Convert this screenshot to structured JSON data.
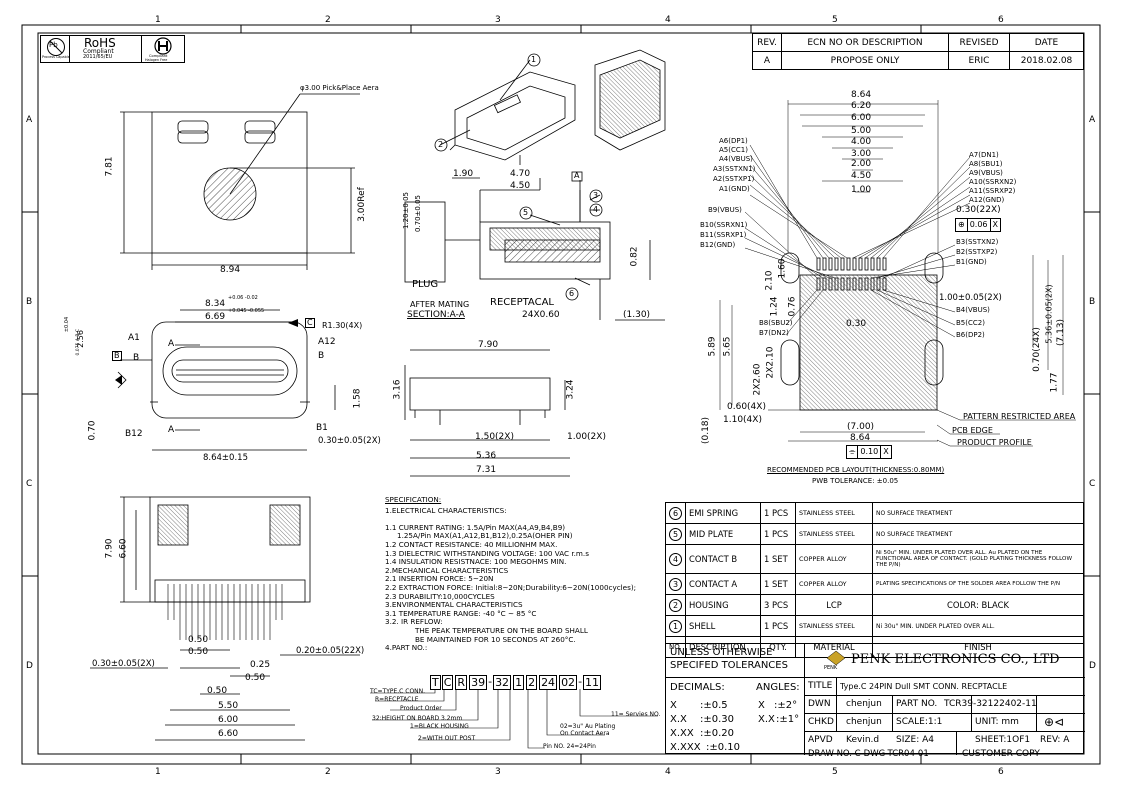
{
  "grid": {
    "cols": [
      "1",
      "2",
      "3",
      "4",
      "5",
      "6"
    ],
    "rows": [
      "A",
      "B",
      "C",
      "D"
    ]
  },
  "logos": {
    "pb_text": "Pb",
    "pb_caption": "Process Capable",
    "rohs_title": "RoHS",
    "rohs_line1": "Compliant",
    "rohs_line2": "2011/65/EU",
    "halogen_line1": "Compliant",
    "halogen_line2": "Halogen Free"
  },
  "revision": {
    "headers": [
      "REV.",
      "ECN NO OR DESCRIPTION",
      "REVISED",
      "DATE"
    ],
    "row": [
      "A",
      "PROPOSE ONLY",
      "ERIC",
      "2018.02.08"
    ]
  },
  "dims": {
    "pick_place": "φ3.00 Pick&Place Aera",
    "d781": "7.81",
    "d300ref": "3.00Ref",
    "d894": "8.94",
    "d834": "8.34",
    "d834_tol": "+0.06 -0.02",
    "d669": "6.69",
    "d669_tol": "+0.045 -0.055",
    "c_box": "C",
    "r130": "R1.30(4X)",
    "d256": "2.56",
    "d256_tol": "±0.04",
    "gdt_abc": "0.075 A B C",
    "a1": "A1",
    "a12": "A12",
    "b_left": "B",
    "b_right": "B",
    "b_box": "B",
    "a_sec": "A",
    "d158": "1.58",
    "d070": "0.70",
    "b12": "B12",
    "b1": "B1",
    "d030_2x": "0.30±0.05(2X)",
    "d864": "8.64±0.15",
    "d190": "1.90",
    "d470": "4.70",
    "d450": "4.50",
    "a_box": "A",
    "d120": "1.20±0.05",
    "d070b": "0.70±0.05",
    "d082": "0.82",
    "plug": "PLUG",
    "after_mating": "AFTER MATING",
    "section": "SECTION:A-A",
    "receptacal": "RECEPTACAL",
    "d24x060": "24X0.60",
    "d130p": "(1.30)",
    "d790": "7.90",
    "d316": "3.16",
    "d324": "3.24",
    "d150_2x": "1.50(2X)",
    "d100_2x": "1.00(2X)",
    "d536": "5.36",
    "d731": "7.31",
    "d790v": "7.90",
    "d660v": "6.60",
    "d050a": "0.50",
    "d050b": "0.50",
    "d025": "0.25",
    "d050c": "0.50",
    "d050d": "0.50",
    "d550": "5.50",
    "d600": "6.00",
    "d660": "6.60",
    "d030_2x_b": "0.30±0.05(2X)",
    "d020_22x": "0.20±0.05(22X)"
  },
  "pcb": {
    "top_dims": [
      "8.64",
      "6.20",
      "6.00",
      "5.00",
      "4.00",
      "3.00",
      "2.00",
      "4.50",
      "1.00"
    ],
    "left_pins": [
      "A6(DP1)",
      "A5(CC1)",
      "A4(VBUS)",
      "A3(SSTXN1)",
      "A2(SSTXP1)",
      "A1(GND)",
      "B9(VBUS)",
      "B10(SSRXN1)",
      "B11(SSRXP1)",
      "B12(GND)"
    ],
    "right_pins": [
      "A7(DN1)",
      "A8(SBU1)",
      "A9(VBUS)",
      "A10(SSRXN2)",
      "A11(SSRXP2)",
      "A12(GND)"
    ],
    "d030_22x": "0.30(22X)",
    "d006x": "0.06",
    "x_box": "X",
    "b_pins_right": [
      "B3(SSTXN2)",
      "B2(SSTXP2)",
      "B1(GND)"
    ],
    "d210": "2.10",
    "d160": "1.60",
    "d100_2x": "1.00±0.05(2X)",
    "b4": "B4(VBUS)",
    "b5": "B5(CC2)",
    "b6": "B6(DP2)",
    "d124": "1.24",
    "d076": "0.76",
    "b8": "B8(SBU2)",
    "b7": "B7(DN2)",
    "d030": "0.30",
    "d070_24x": "0.70(24X)",
    "d536_2x": "5.36±0.05(2X)",
    "d713": "(7.13)",
    "d589": "5.89",
    "d565": "5.65",
    "d2x260": "2X2.60",
    "d2x210": "2X2.10",
    "d177": "1.77",
    "d060_4x": "0.60(4X)",
    "d110_4x": "1.10(4X)",
    "d018": "(0.18)",
    "d700": "(7.00)",
    "d864b": "8.64",
    "d010x": "0.10",
    "x2": "X",
    "pattern": "PATTERN RESTRICTED AREA",
    "pcb_edge": "PCB EDGE",
    "product_profile": "PRODUCT PROFILE",
    "layout_title": "RECOMMENDED PCB LAYOUT(THICKNESS:0.80MM)",
    "tolerance": "PWB TOLERANCE: ±0.05"
  },
  "spec": {
    "title": "SPECIFICATION:",
    "lines": [
      "1.ELECTRICAL CHARACTERISTICS:",
      "",
      "1.1 CURRENT RATING: 1.5A/Pin MAX(A4,A9,B4,B9)",
      "      1.25A/Pin MAX(A1,A12,B1,B12),0.25A(OHER PIN)",
      "1.2 CONTACT RESISTANCE: 40 MILLIONHM MAX.",
      "1.3 DIELECTRIC WITHSTANDING VOLTAGE: 100 VAC r.m.s",
      "1.4 INSULATION RESISTNACE: 100 MEGOHMS MIN.",
      "2.MECHANICAL CHARACTERISTICS",
      "2.1 INSERTION FORCE: 5~20N",
      "2.2 EXTRACTION FORCE: Initial:8~20N;Durability:6~20N(1000cycles);",
      "2.3 DURABILITY:10,000CYCLES",
      "3.ENVIRONMENTAL   CHARACTERISTICS",
      "3.1 TEMPERATURE RANGE: -40 °C ~ 85 °C",
      "3.2. IR REFLOW:",
      "         THE PEAK TEMPERATURE ON THE BOARD SHALL",
      "         BE MAINTAINED FOR 10 SECONDS AT 260°C.",
      "4.PART NO.:"
    ]
  },
  "partno": {
    "boxes": [
      "T",
      "C",
      "R",
      "39",
      "-",
      "32",
      "1",
      "2",
      "24",
      "02",
      "-",
      "11"
    ],
    "notes": [
      "TC=TYPE.C CONN.",
      "R=RECPTACLE",
      "Product Order",
      "32:HEIGHT ON BOARD 3.2mm",
      "1=BLACK HOUSING",
      "2=WITH OUT POST",
      "Pin NO. 24=24Pin",
      "02=3u\" Au Plating On Contact Aera",
      "11= Servies NO."
    ]
  },
  "bom": [
    {
      "no": "6",
      "desc": "EMI SPRING",
      "qty": "1 PCS",
      "mat": "STAINLESS STEEL",
      "finish": "NO SURFACE TREATMENT"
    },
    {
      "no": "5",
      "desc": "MID PLATE",
      "qty": "1 PCS",
      "mat": "STAINLESS STEEL",
      "finish": "NO SURFACE TREATMENT"
    },
    {
      "no": "4",
      "desc": "CONTACT B",
      "qty": "1 SET",
      "mat": "COPPER ALLOY",
      "finish": "Ni 50u\" MIN. UNDER PLATED OVER ALL. Au PLATED ON THE FUNCTIONAL AREA OF CONTACT. (GOLD PLATING THICKNESS FOLLOW THE P/N)"
    },
    {
      "no": "3",
      "desc": "CONTACT A",
      "qty": "1 SET",
      "mat": "COPPER ALLOY",
      "finish": "PLATING SPECIFICATIONS OF THE SOLDER AREA FOLLOW THE P/N"
    },
    {
      "no": "2",
      "desc": "HOUSING",
      "qty": "3 PCS",
      "mat": "LCP",
      "finish": "COLOR: BLACK"
    },
    {
      "no": "1",
      "desc": "SHELL",
      "qty": "1 PCS",
      "mat": "STAINLESS STEEL",
      "finish": "Ni 30u\" MIN. UNDER PLATED OVER ALL."
    }
  ],
  "bom_header": [
    "NO.",
    "DESCRIPTION",
    "QTY.",
    "MATERIAL",
    "FINISH"
  ],
  "titleblock": {
    "tol_title1": "UNLESS OTHERWISE",
    "tol_title2": "SPECIFED TOLERANCES",
    "company": "PENK ELECTRONICS CO., LTD",
    "logo_text": "PENK",
    "decimals": "DECIMALS:",
    "angles": "ANGLES:",
    "tol_rows": [
      [
        "X",
        ":±0.5",
        "X",
        ":±2°"
      ],
      [
        "X.X",
        ":±0.30",
        "X.X",
        ":±1°"
      ],
      [
        "X.XX",
        ":±0.20",
        "",
        ""
      ],
      [
        "X.XXX",
        ":±0.10",
        "",
        ""
      ]
    ],
    "title_label": "TITLE",
    "title": "Type.C 24PIN Dull SMT  CONN. RECPTACLE",
    "dwn_label": "DWN",
    "dwn": "chenjun",
    "partno_label": "PART NO.",
    "partno": "TCR39-32122402-11",
    "chkd_label": "CHKD",
    "chkd": "chenjun",
    "scale": "SCALE:1:1",
    "unit": "UNIT:  mm",
    "apvd_label": "APVD",
    "apvd": "Kevin.d",
    "size": "SIZE: A4",
    "sheet": "SHEET:1OF1",
    "rev": "REV: A",
    "draw_no": "DRAW NO. C-DWG-TCR04-01",
    "customer": "CUSTOMER COPY"
  },
  "callouts": [
    "1",
    "2",
    "3",
    "4",
    "5",
    "6"
  ]
}
